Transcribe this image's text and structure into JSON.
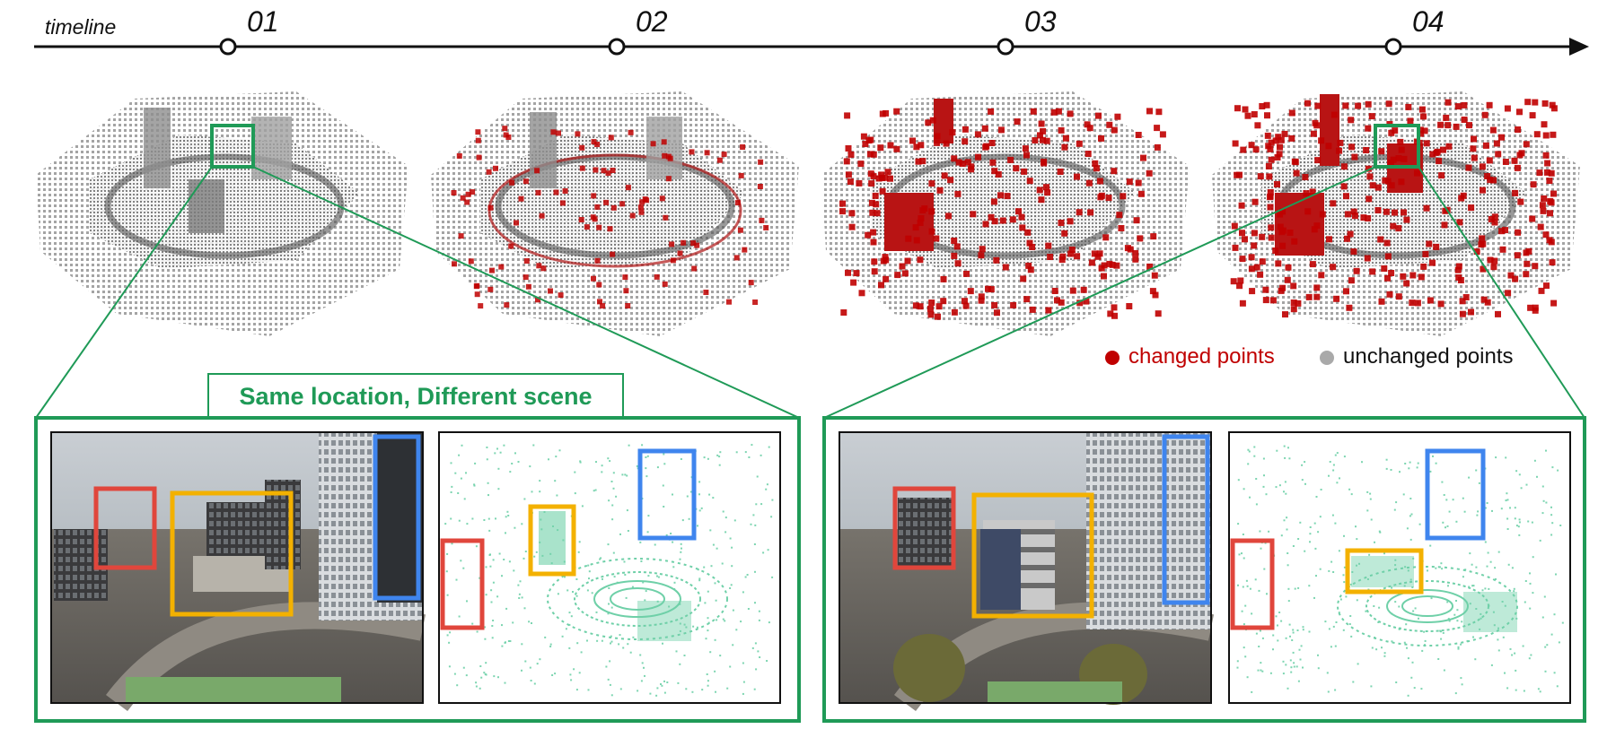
{
  "timeline": {
    "label": "timeline",
    "epochs": [
      "01",
      "02",
      "03",
      "04"
    ]
  },
  "legend": {
    "changed_label": "changed points",
    "unchanged_label": "unchanged points"
  },
  "callout": {
    "title": "Same location, Different scene"
  },
  "colors": {
    "green": "#1f9a57",
    "changed": "#c00000",
    "unchanged": "#a9a9a9",
    "box_red": "#e0463c",
    "box_yellow": "#f3b100",
    "box_blue": "#3f85ee",
    "lidar": "#6fd0a8"
  }
}
